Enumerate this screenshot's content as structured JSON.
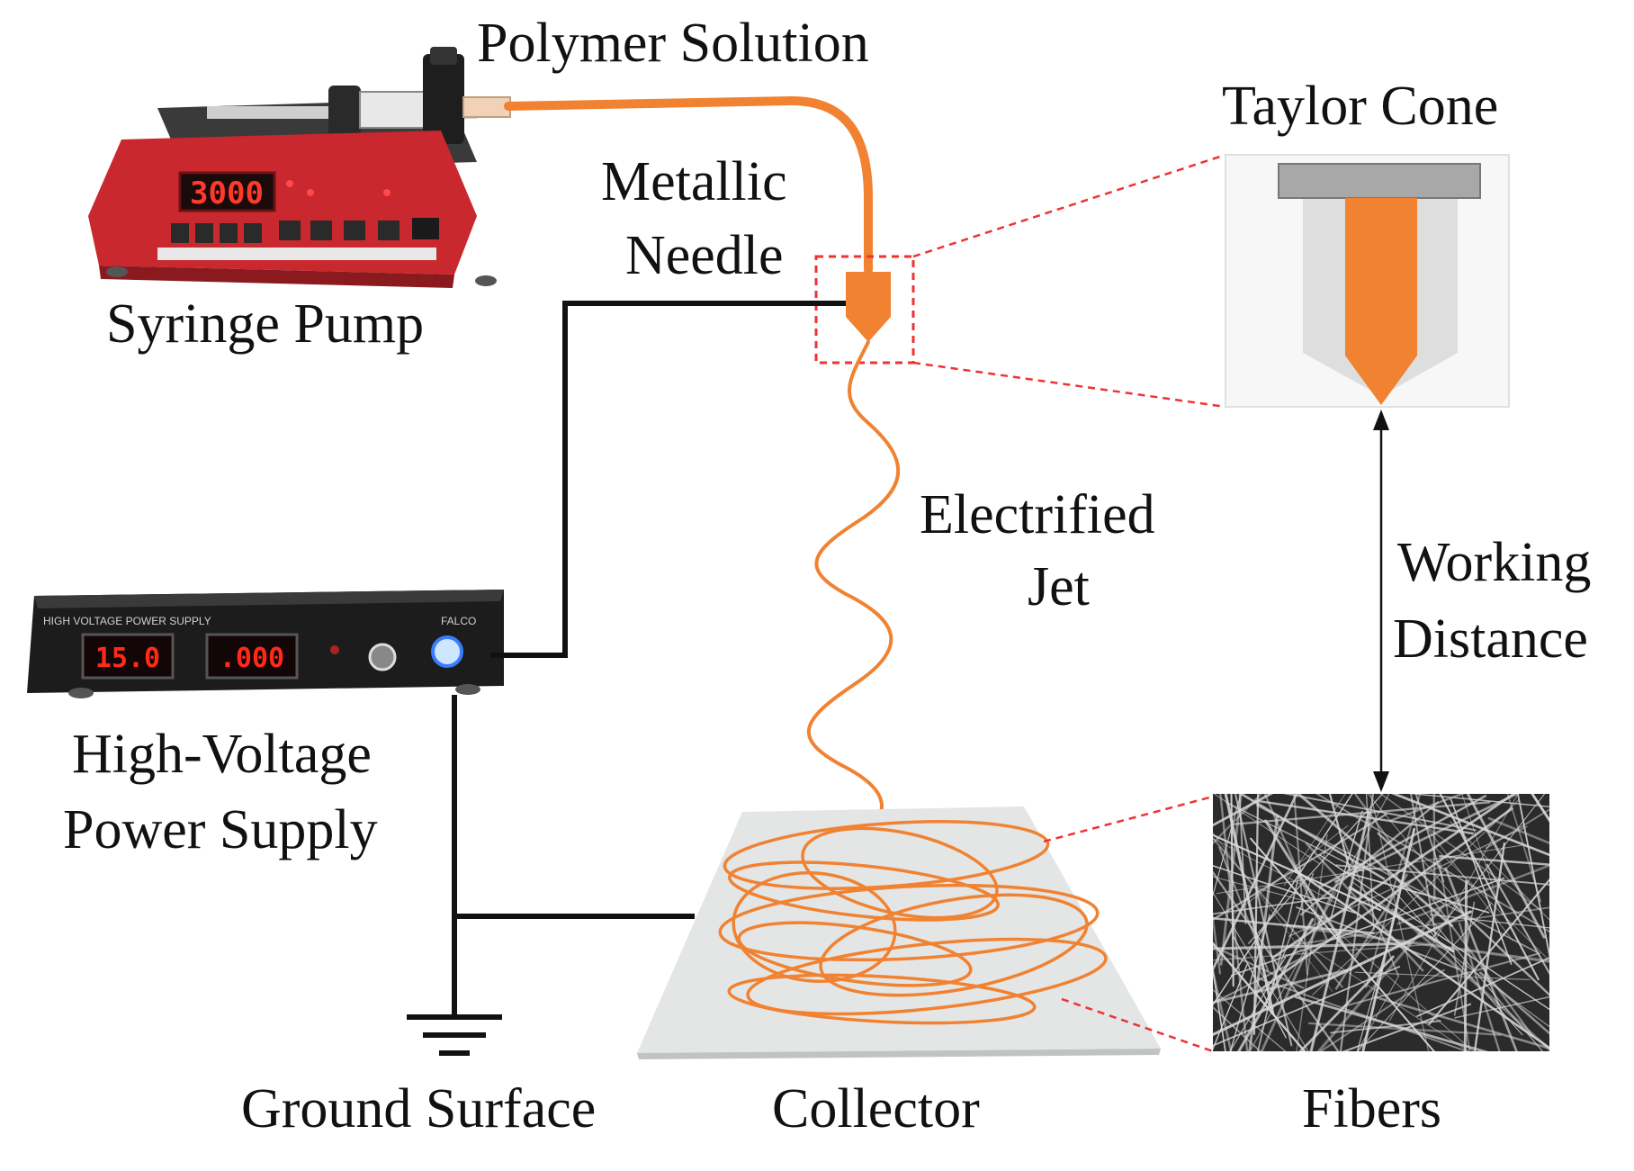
{
  "labels": {
    "polymer_solution": "Polymer Solution",
    "taylor_cone": "Taylor Cone",
    "metallic": "Metallic",
    "needle": "Needle",
    "syringe_pump": "Syringe Pump",
    "electrified": "Electrified",
    "jet": "Jet",
    "working": "Working",
    "distance": "Distance",
    "high_voltage": "High-Voltage",
    "power_supply": "Power Supply",
    "ground_surface": "Ground Surface",
    "collector": "Collector",
    "fibers": "Fibers"
  },
  "devices": {
    "pump_display": "3000",
    "hv_panel_title": "HIGH VOLTAGE POWER SUPPLY",
    "hv_brand": "FALCO",
    "voltage_display": "15.0",
    "current_display": ".000"
  },
  "colors": {
    "polymer": "#f08232",
    "wire": "#111111",
    "zoom_box": "#ee3333",
    "pump_body": "#c8282e",
    "hv_body": "#1c1c1c",
    "lcd_red": "#ff2a1a",
    "collector": "#e4e6e6",
    "fiber_bg": "#2b2b2b"
  }
}
